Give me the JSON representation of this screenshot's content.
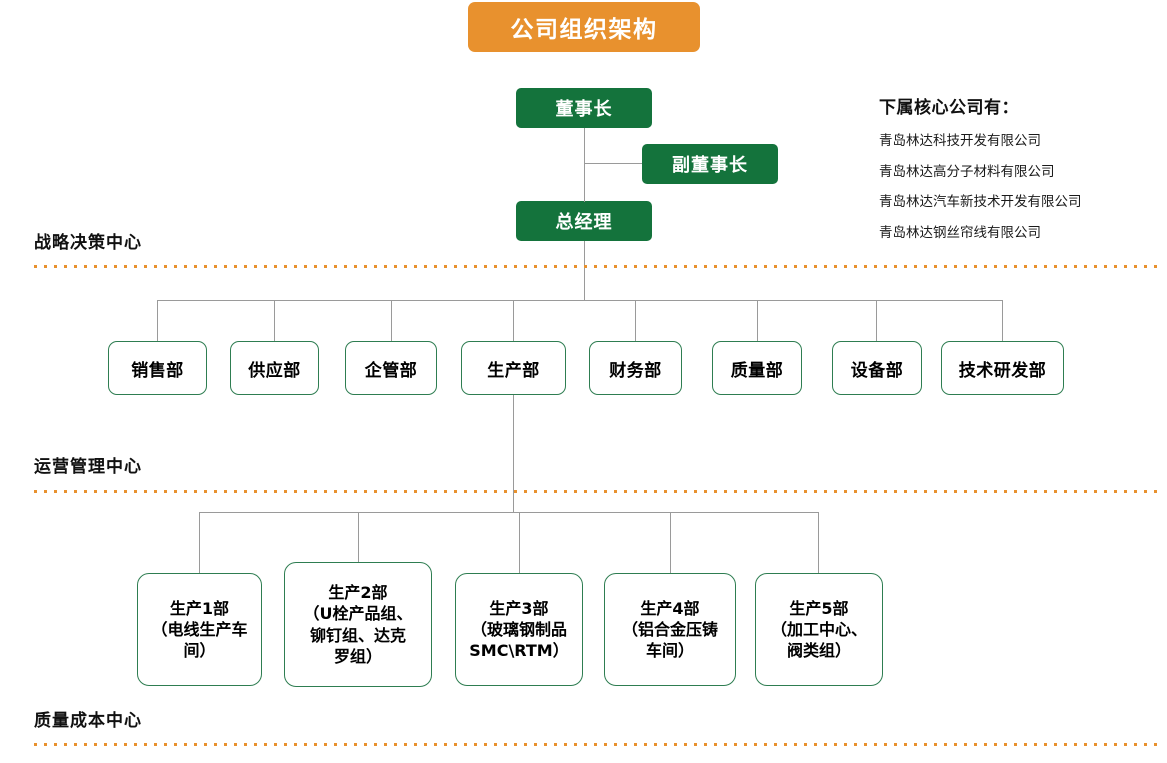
{
  "title": "公司组织架构",
  "top_nodes": {
    "chairman": "董事长",
    "vice_chairman": "副董事长",
    "general_manager": "总经理"
  },
  "tiers": [
    {
      "label": "战略决策中心"
    },
    {
      "label": "运营管理中心"
    },
    {
      "label": "质量成本中心"
    }
  ],
  "departments": [
    {
      "label": "销售部"
    },
    {
      "label": "供应部"
    },
    {
      "label": "企管部"
    },
    {
      "label": "生产部"
    },
    {
      "label": "财务部"
    },
    {
      "label": "质量部"
    },
    {
      "label": "设备部"
    },
    {
      "label": "技术研发部"
    }
  ],
  "production_units": [
    {
      "label": "生产1部\n（电线生产车\n间）"
    },
    {
      "label": "生产2部\n（U栓产品组、\n铆钉组、达克\n罗组）"
    },
    {
      "label": "生产3部\n（玻璃钢制品\nSMC\\RTM）"
    },
    {
      "label": "生产4部\n（铝合金压铸\n车间）"
    },
    {
      "label": "生产5部\n（加工中心、\n阀类组）"
    }
  ],
  "subsidiaries": {
    "heading": "下属核心公司有：",
    "items": [
      "青岛林达科技开发有限公司",
      "青岛林达高分子材料有限公司",
      "青岛林达汽车新技术开发有限公司",
      "青岛林达钢丝帘线有限公司"
    ]
  },
  "colors": {
    "title_bg": "#E8912E",
    "node_fill": "#14733C",
    "box_border": "#2E7D51",
    "divider": "#E8912E",
    "connector": "#9A9A9A"
  }
}
